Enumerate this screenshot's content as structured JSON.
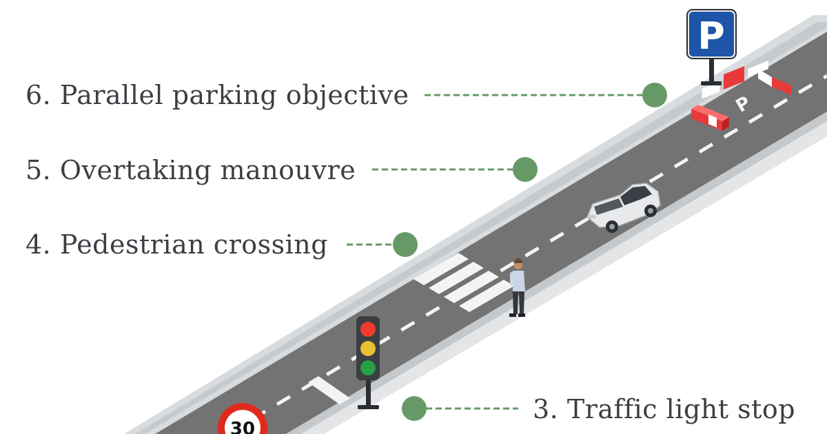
{
  "labels": {
    "step6": "6. Parallel parking objective",
    "step5": "5. Overtaking manouvre",
    "step4": "4. Pedestrian crossing",
    "step3": "3. Traffic light stop"
  },
  "signs": {
    "parking_letter": "P",
    "road_marking_letter": "P",
    "speed_limit": "30"
  },
  "icons": [
    "parking-sign-icon",
    "traffic-light-icon",
    "speed-limit-sign-icon",
    "car-icon",
    "pedestrian-icon",
    "barrier-icon"
  ],
  "colors": {
    "marker_dot": "#669966",
    "road": "#737373",
    "parking_sign": "#1e55a8",
    "speed_ring": "#e02a1b",
    "light_red": "#ee3a2f",
    "light_yellow": "#e7c132",
    "light_green": "#27a143"
  }
}
